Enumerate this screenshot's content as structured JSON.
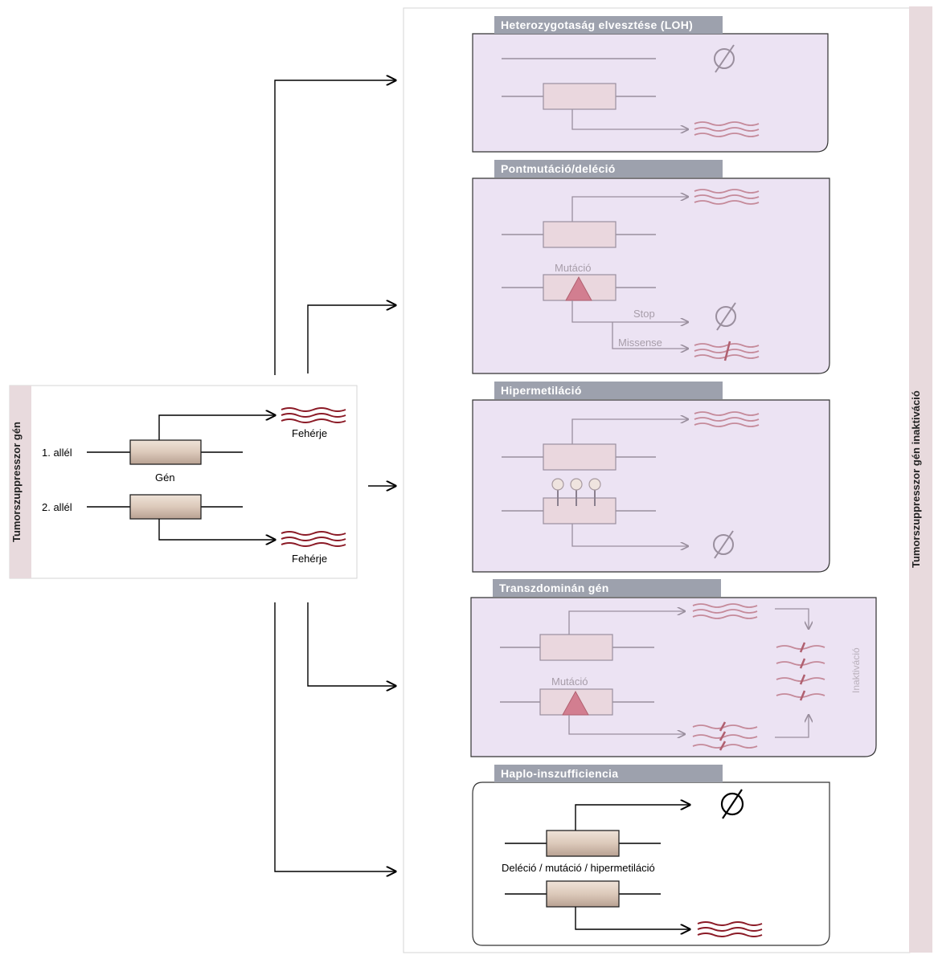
{
  "left_panel": {
    "title": "Tumorszuppresszor gén",
    "allele1": "1. allél",
    "allele2": "2. allél",
    "gene": "Gén",
    "protein_top": "Fehérje",
    "protein_bottom": "Fehérje"
  },
  "right_panel": {
    "title": "Tumorszuppresszor gén inaktiváció"
  },
  "mechanisms": [
    {
      "title": "Heterozygotaság elvesztése (LOH)"
    },
    {
      "title": "Pontmutáció/deléció",
      "mutation": "Mutáció",
      "stop": "Stop",
      "missense": "Missense"
    },
    {
      "title": "Hipermetiláció"
    },
    {
      "title": "Transzdominán gén",
      "mutation": "Mutáció",
      "inactivation": "Inaktiváció"
    },
    {
      "title": "Haplo-inszufficiencia",
      "caption": "Deléció / mutáció / hipermetiláció"
    }
  ],
  "colors": {
    "panel_fill": "#ece3f3",
    "header_fill": "#9da1ad",
    "gene_fill": "#dcc9ba",
    "protein": "#8b1a26",
    "faded_protein": "#c58a9a",
    "mutation_triangle": "#d27e90",
    "right_strip": "#e8dadd"
  }
}
